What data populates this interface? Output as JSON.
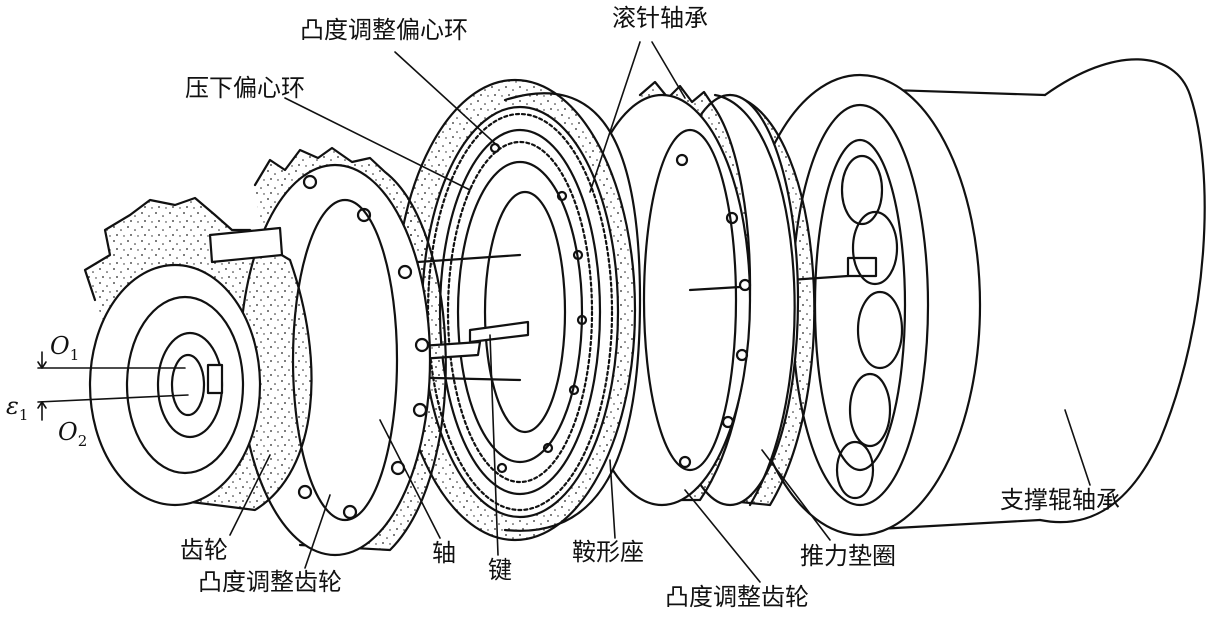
{
  "labels": {
    "crown_eccentric": "凸度调整偏心环",
    "needle_bearing": "滚针轴承",
    "press_eccentric": "压下偏心环",
    "support_bearing": "支撑辊轴承",
    "gear": "齿轮",
    "crown_gear_left": "凸度调整齿轮",
    "shaft": "轴",
    "key": "键",
    "saddle": "鞍形座",
    "thrust_washer": "推力垫圈",
    "crown_gear_right": "凸度调整齿轮"
  },
  "symbols": {
    "o1": "O",
    "o1_sub": "1",
    "o2": "O",
    "o2_sub": "2",
    "eps": "ε",
    "eps_sub": "1"
  },
  "colors": {
    "line": "#111111",
    "background": "#ffffff"
  }
}
